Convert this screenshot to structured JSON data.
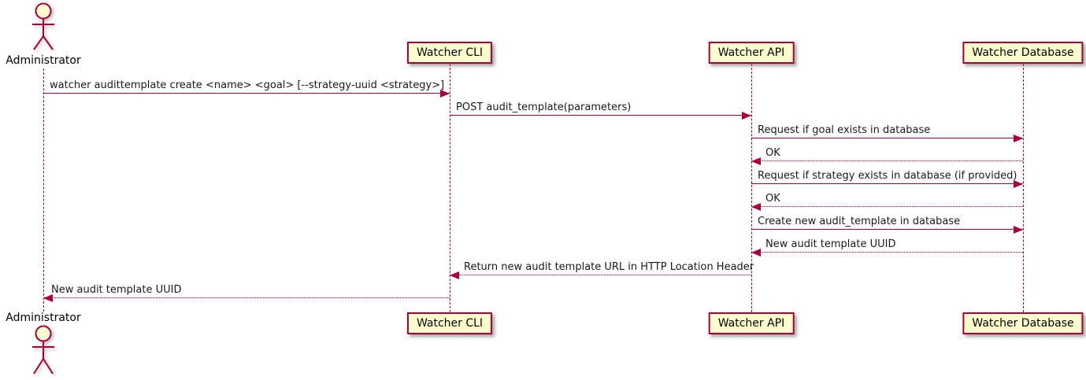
{
  "diagram": {
    "kind": "uml-sequence-diagram",
    "colors": {
      "participant_fill": "#FEFECE",
      "stroke": "#A80036",
      "lifeline": "#A80036",
      "text": "#000000",
      "background": "#FFFFFF"
    }
  },
  "participants": [
    {
      "id": "administrator",
      "label": "Administrator",
      "kind": "actor"
    },
    {
      "id": "watcher-cli",
      "label": "Watcher CLI",
      "kind": "participant"
    },
    {
      "id": "watcher-api",
      "label": "Watcher API",
      "kind": "participant"
    },
    {
      "id": "watcher-database",
      "label": "Watcher Database",
      "kind": "participant"
    }
  ],
  "messages": [
    {
      "from": "administrator",
      "to": "watcher-cli",
      "style": "solid",
      "label": "watcher audittemplate create <name> <goal> [--strategy-uuid <strategy>]"
    },
    {
      "from": "watcher-cli",
      "to": "watcher-api",
      "style": "solid",
      "label": "POST audit_template(parameters)"
    },
    {
      "from": "watcher-api",
      "to": "watcher-database",
      "style": "solid",
      "label": "Request if goal exists in database"
    },
    {
      "from": "watcher-database",
      "to": "watcher-api",
      "style": "dotted",
      "label": "OK"
    },
    {
      "from": "watcher-api",
      "to": "watcher-database",
      "style": "solid",
      "label": "Request if strategy exists in database (if provided)"
    },
    {
      "from": "watcher-database",
      "to": "watcher-api",
      "style": "dotted",
      "label": "OK"
    },
    {
      "from": "watcher-api",
      "to": "watcher-database",
      "style": "solid",
      "label": "Create new audit_template in database"
    },
    {
      "from": "watcher-database",
      "to": "watcher-api",
      "style": "dotted",
      "label": "New audit template UUID"
    },
    {
      "from": "watcher-api",
      "to": "watcher-cli",
      "style": "dotted",
      "label": "Return new audit template URL in HTTP Location Header"
    },
    {
      "from": "watcher-cli",
      "to": "administrator",
      "style": "dotted",
      "label": "New audit template UUID"
    }
  ]
}
